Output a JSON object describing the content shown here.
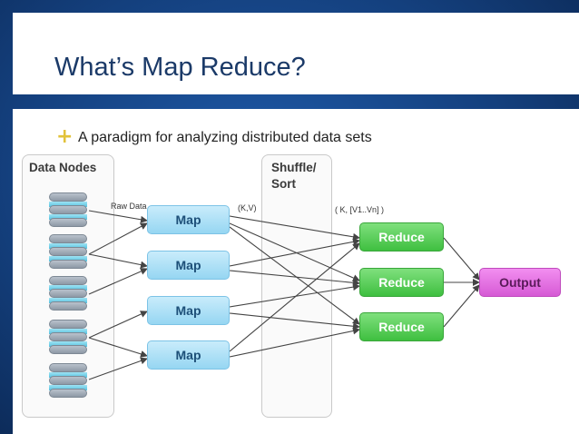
{
  "slide": {
    "title": "What’s Map Reduce?",
    "bullet_mark": "+",
    "bullet_text": "A paradigm for analyzing distributed data sets"
  },
  "diagram": {
    "data_nodes_label": "Data Nodes",
    "shuffle_label_line1": "Shuffle/",
    "shuffle_label_line2": "Sort",
    "raw_data_label": "Raw Data",
    "kv_label": "(K,V)",
    "kv_list_label": "( K, [V1..Vn]  )",
    "map_boxes": [
      "Map",
      "Map",
      "Map",
      "Map"
    ],
    "reduce_boxes": [
      "Reduce",
      "Reduce",
      "Reduce"
    ],
    "output_label": "Output",
    "colors": {
      "map": "#a8dcf4",
      "reduce": "#4fc74e",
      "output": "#e66fe4",
      "arrow": "#444444"
    }
  }
}
